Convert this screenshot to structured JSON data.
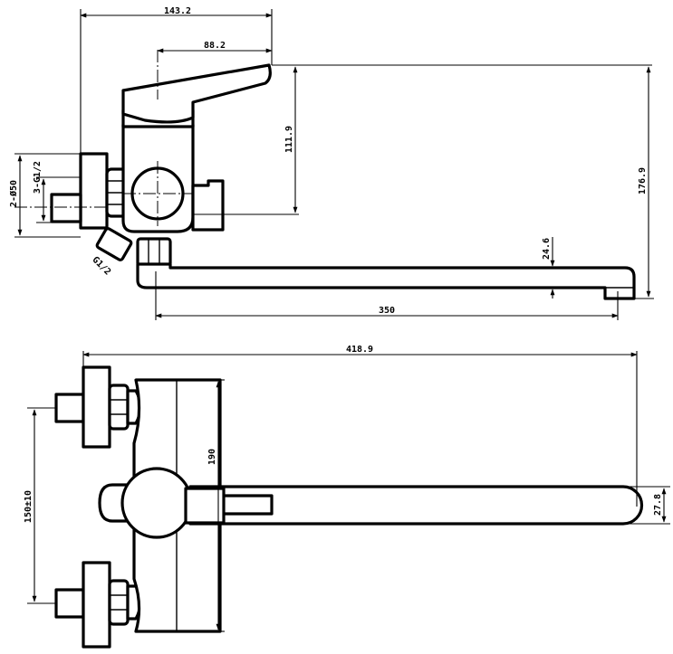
{
  "dimensions": {
    "width_overall_top": "143.2",
    "lever_offset": "88.2",
    "lever_height": "111.9",
    "total_height": "176.9",
    "inlet_thread": "3-G1/2",
    "inlet_diameter": "2-Ø50",
    "outlet_thread": "G1/2",
    "spout_height": "24.6",
    "spout_length": "350",
    "total_length": "418.9",
    "body_height": "190",
    "inlet_spacing": "150±10",
    "spout_width": "27.8"
  },
  "colors": {
    "line": "#000000",
    "background": "#ffffff"
  }
}
